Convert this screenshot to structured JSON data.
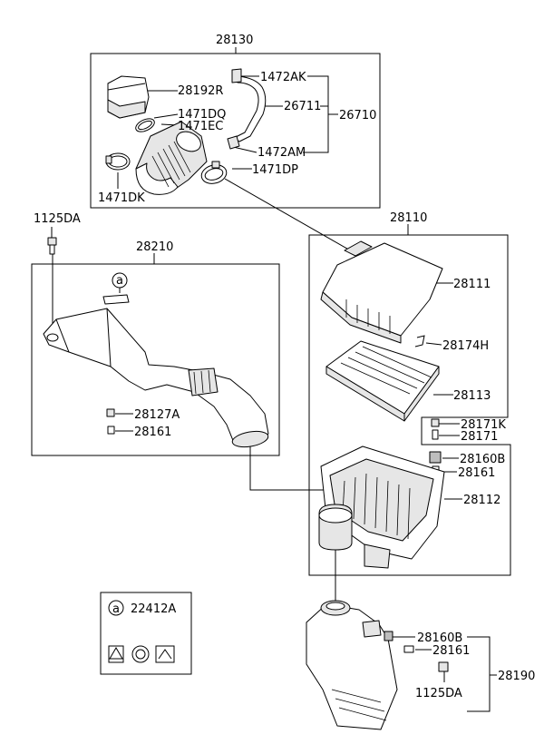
{
  "labels": {
    "group_top": "28130",
    "cover_small": "28192R",
    "hose_clip_top": "1472AK",
    "hose": "26711",
    "hose_assy": "26710",
    "clamp_a": "1471DQ",
    "clamp_b": "1471EC",
    "hose_clip_bottom": "1472AM",
    "clamp_right": "1471DP",
    "clamp_left": "1471DK",
    "group_right": "28110",
    "bolt_left": "1125DA",
    "duct_group": "28210",
    "cover_upper": "28111",
    "clip": "28174H",
    "filter": "28113",
    "mount_bolt": "28171K",
    "mount_stud": "28171",
    "grommet_a": "28160B",
    "insulator_a": "28161",
    "body_lower": "28112",
    "duct_clip": "28127A",
    "duct_insulator": "28161",
    "ref_marker": "a",
    "ref_part": "22412A",
    "grommet_b": "28160B",
    "insulator_b": "28161",
    "resonator": "28190",
    "bolt_bottom": "1125DA",
    "duct_marker": "a"
  }
}
